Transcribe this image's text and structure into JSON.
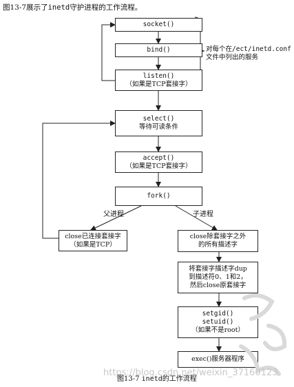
{
  "intro": {
    "prefix": "图13-7展示了",
    "code": "inetd",
    "suffix": "守护进程的工作流程。"
  },
  "boxes": {
    "socket": [
      "socket()"
    ],
    "bind": [
      "bind()"
    ],
    "listen": [
      "listen()",
      "（如果是TCP套接字）"
    ],
    "select": [
      "select()",
      "等待可读条件"
    ],
    "accept": [
      "accept()",
      "（如果是TCP套接字）"
    ],
    "fork": [
      "fork()"
    ],
    "close_conn": [
      "close已连接套接字",
      "（如果是TCP）"
    ],
    "close_other": [
      "close除套接字之外",
      "的所有描述字"
    ],
    "dup": [
      "将套接字描述字dup",
      "到描述符0、1和2，",
      "然后close原套接字"
    ],
    "setid": [
      "setgid()",
      "setuid()",
      "（如果不是root）"
    ],
    "exec": [
      "exec()服务器程序"
    ]
  },
  "brace_note": [
    "对每个在/ect/inetd.conf",
    "文件中列出的服务"
  ],
  "labels": {
    "parent": "父进程",
    "child": "子进程"
  },
  "caption": {
    "prefix": "图13-7 ",
    "code": "inetd",
    "suffix": "的工作流程"
  },
  "watermark": "https://blog.csdn.net/weixin_37160123"
}
